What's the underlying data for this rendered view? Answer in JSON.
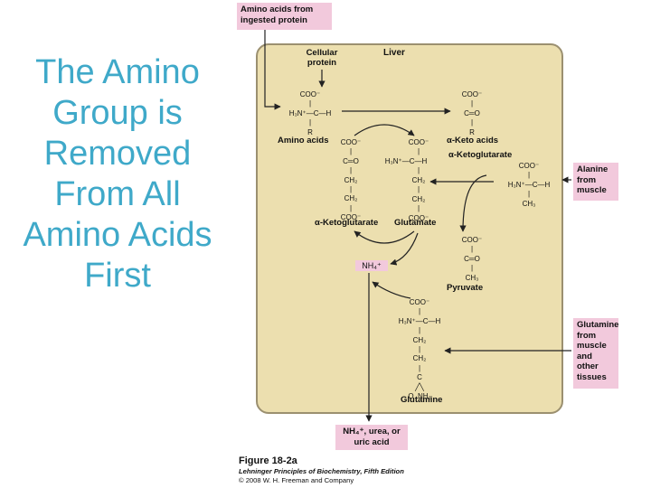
{
  "slide": {
    "title": "The Amino Group is Removed From All Amino Acids First"
  },
  "diagram": {
    "source_box": "Amino acids from ingested protein",
    "cellular_protein": "Cellular protein",
    "liver_label": "Liver",
    "amino_acid": "COO⁻\n|\nH₃N⁺—C—H\n|\nR",
    "amino_acids_label": "Amino acids",
    "keto_acid": "COO⁻\n|\nC═O\n|\nR",
    "keto_acids_label": "α-Keto acids",
    "akg": "COO⁻\n|\nC═O\n|\nCH₂\n|\nCH₂\n|\nCOO⁻",
    "akg_label": "α-Ketoglutarate",
    "glutamate_top": "COO⁻",
    "glutamate_amino": "H₃N⁺—C—H",
    "glutamate_bottom": "CH₂\n|\nCH₂\n|\nCOO⁻",
    "glutamate_label": "Glutamate",
    "akg_right_label": "α-Ketoglutarate",
    "alanine": "COO⁻\n|\nH₃N⁺—C—H\n|\nCH₃",
    "alanine_box": "Alanine from muscle",
    "ammonium": "NH₄⁺",
    "pyruvate": "COO⁻\n|\nC═O\n|\nCH₃",
    "pyruvate_label": "Pyruvate",
    "glutamine": "COO⁻\n|\nH₃N⁺—C—H\n|\nCH₂\n|\nCH₂\n|\nC\n╱╲\nO  NH₂",
    "glutamine_label": "Glutamine",
    "glutamine_box": "Glutamine from muscle and other tissues",
    "output_box": "NH₄⁺, urea, or uric acid"
  },
  "caption": {
    "figure": "Figure 18-2a",
    "book": "Lehninger Principles of Biochemistry, Fifth Edition",
    "copyright": "© 2008 W. H. Freeman and Company"
  },
  "colors": {
    "title": "#3fa9c9",
    "liver_fill": "#ecdfaf",
    "pink_box": "#f2c9dc"
  }
}
